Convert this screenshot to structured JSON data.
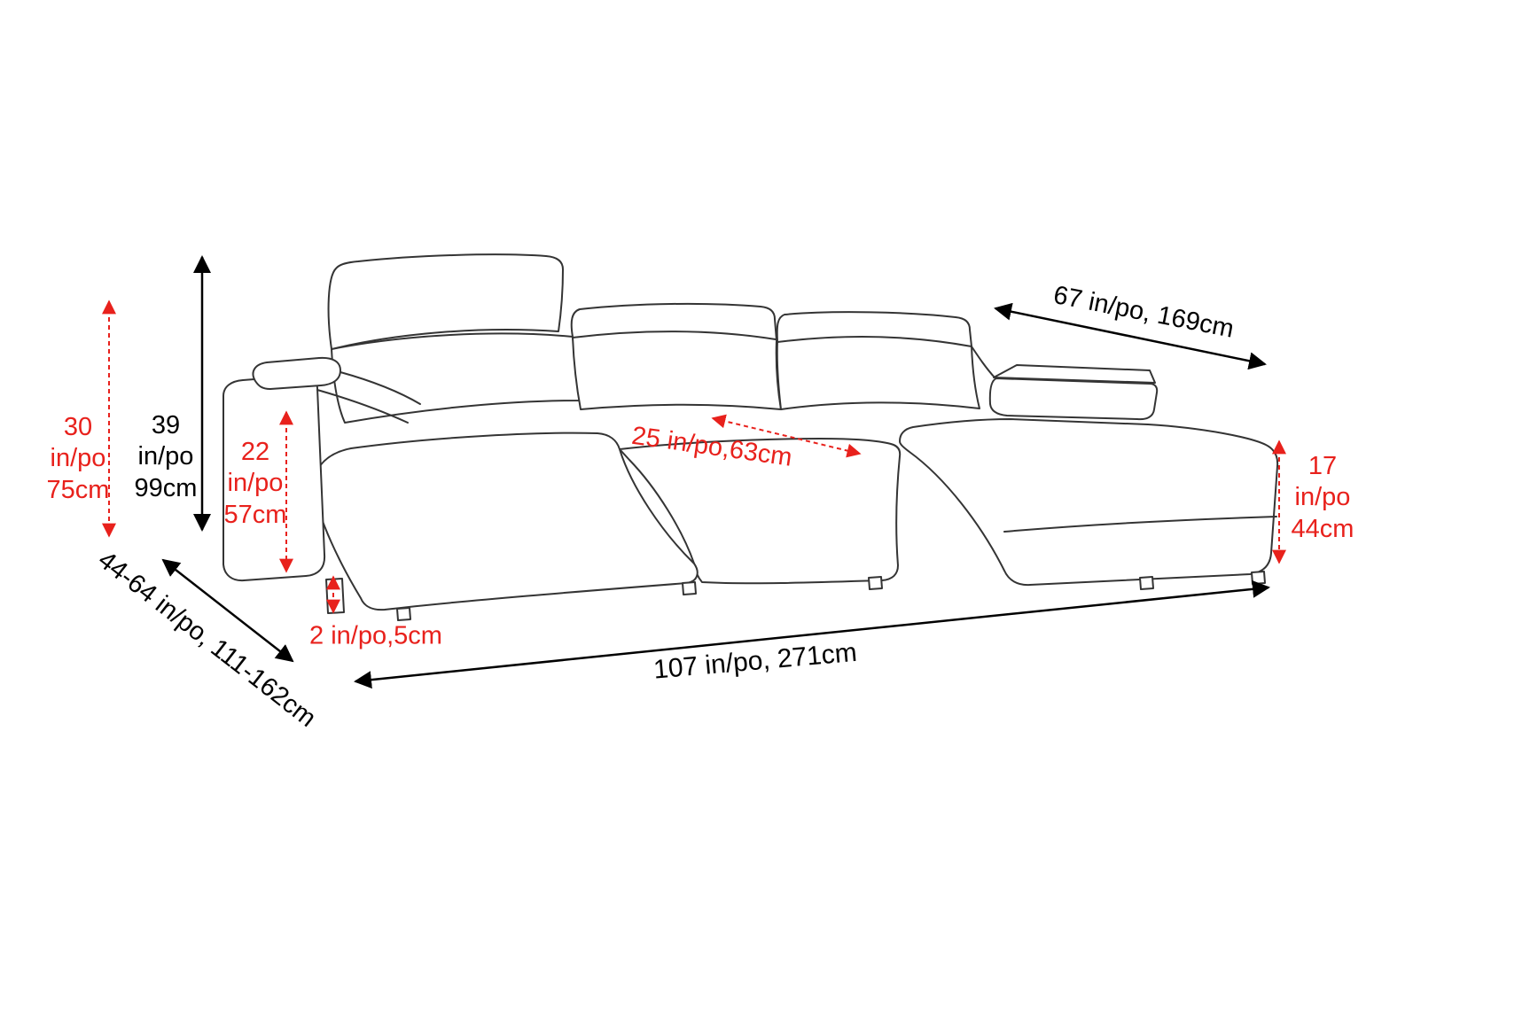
{
  "colors": {
    "accent_red": "#e8211c",
    "line_black": "#000000",
    "sofa_stroke": "#343434"
  },
  "labels": {
    "back_height": "30\nin/po\n75cm",
    "overall_height": "39\nin/po\n99cm",
    "arm_height": "22\nin/po\n57cm",
    "depth_range": "44-64 in/po, 111-162cm",
    "ground_clearance": "2 in/po,5cm",
    "overall_width": "107 in/po, 271cm",
    "seat_depth": "25 in/po,63cm",
    "chaise_length": "67 in/po, 169cm",
    "seat_height": "17\nin/po\n44cm"
  }
}
